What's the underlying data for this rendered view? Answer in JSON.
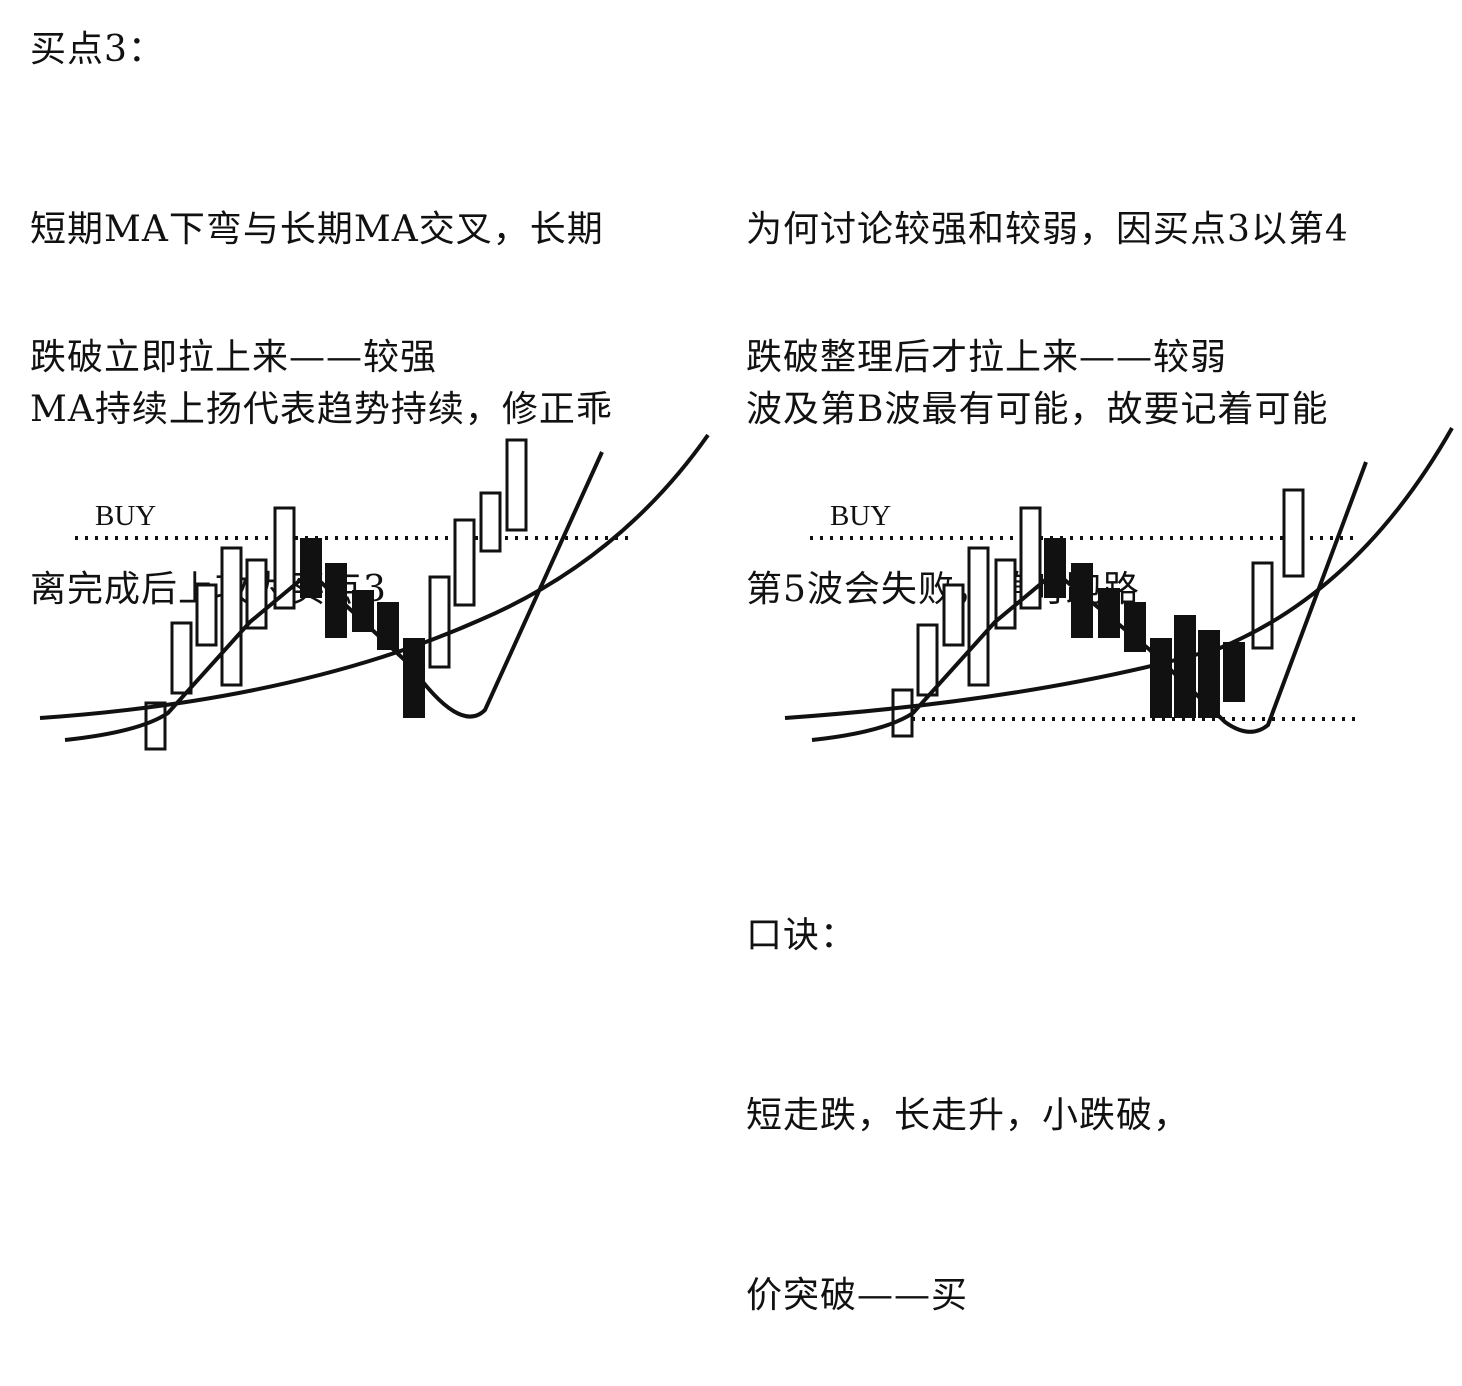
{
  "heading": "买点3：",
  "left_paragraph": [
    "短期MA下弯与长期MA交叉，长期",
    "MA持续上扬代表趋势持续，修正乖",
    "离完成后上攻为买点3"
  ],
  "right_paragraph": [
    "为何讨论较强和较弱，因买点3以第4",
    "波及第B波最有可能，故要记着可能",
    "第5波会失败，随时跑路"
  ],
  "left_diagram": {
    "caption": "跌破立即拉上来——较强",
    "buy_label": "BUY"
  },
  "right_diagram": {
    "caption": "跌破整理后才拉上来——较弱",
    "buy_label": "BUY"
  },
  "mnemonic": {
    "title": "口诀：",
    "lines": [
      "短走跌，长走升，小跌破，",
      "价突破——买"
    ]
  }
}
